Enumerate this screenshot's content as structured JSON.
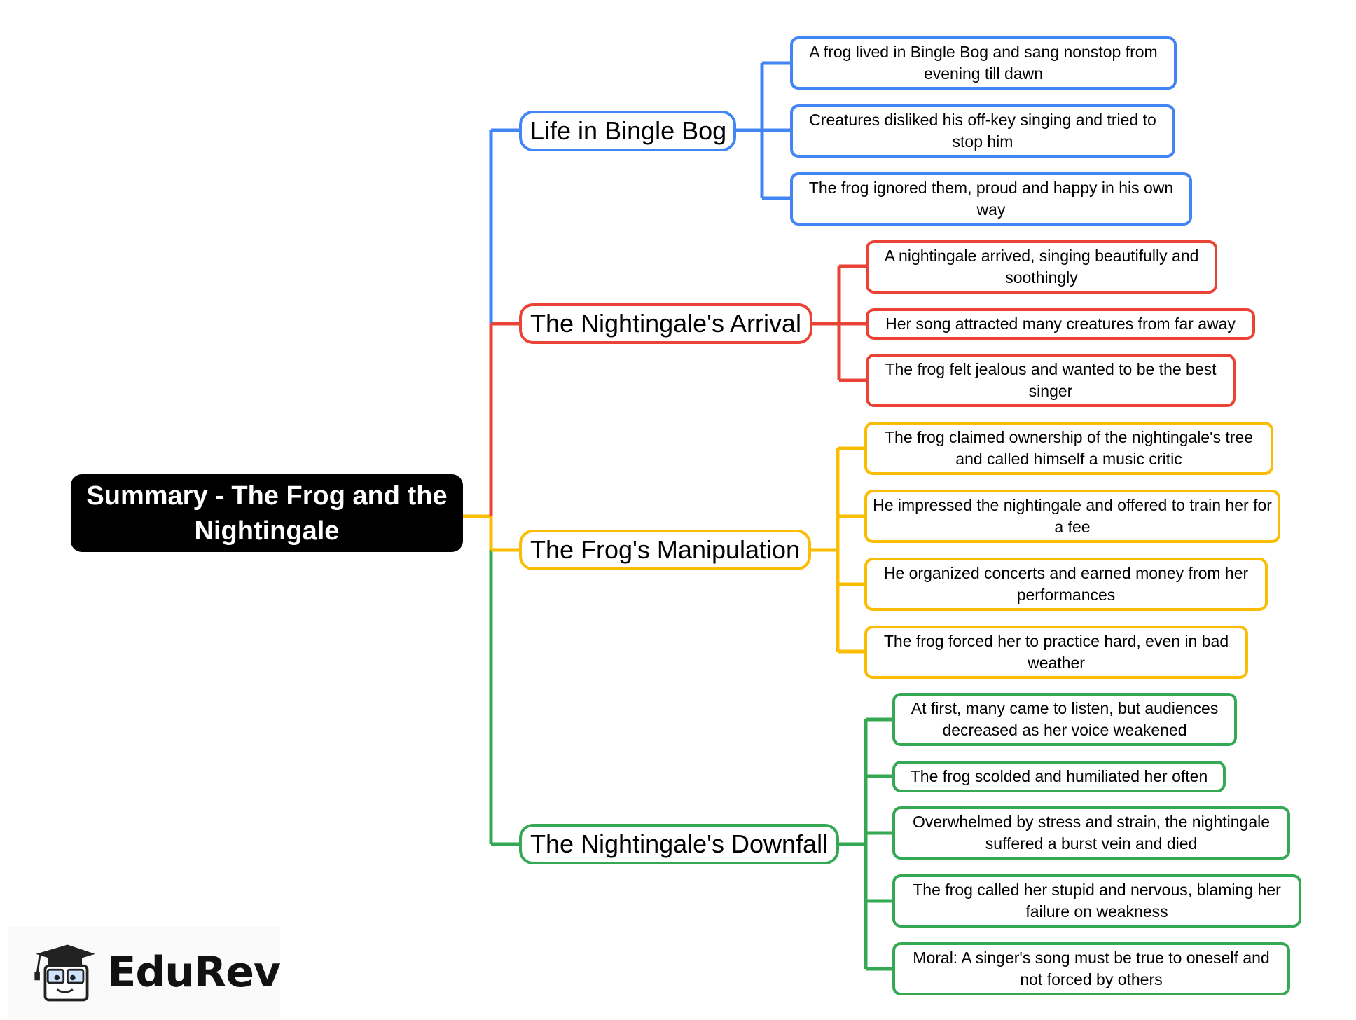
{
  "root": {
    "title": "Summary - The Frog and the Nightingale"
  },
  "branches": [
    {
      "label": "Life in Bingle Bog",
      "color": "#4285f4",
      "items": [
        "A frog lived in Bingle Bog and sang nonstop from evening till dawn",
        "Creatures disliked his off-key singing and tried to stop him",
        "The frog ignored them, proud and happy in his own way"
      ]
    },
    {
      "label": "The Nightingale's Arrival",
      "color": "#ea4335",
      "items": [
        "A nightingale arrived, singing beautifully and soothingly",
        "Her song attracted many creatures from far away",
        "The frog felt jealous and wanted to be the best singer"
      ]
    },
    {
      "label": "The Frog's Manipulation",
      "color": "#fbbc04",
      "items": [
        "The frog claimed ownership of the nightingale's tree and called himself a music critic",
        "He impressed the nightingale and offered to train her for a fee",
        "He organized concerts and earned money from her performances",
        "The frog forced her to practice hard, even in bad weather"
      ]
    },
    {
      "label": "The Nightingale's Downfall",
      "color": "#34a853",
      "items": [
        "At first, many came to listen, but audiences decreased as her voice weakened",
        "The frog scolded and humiliated her often",
        "Overwhelmed by stress and strain, the nightingale suffered a burst vein and died",
        "The frog called her stupid and nervous, blaming her failure on weakness",
        "Moral: A singer's song must be true to oneself and not forced by others"
      ]
    }
  ],
  "logo": {
    "text": "EduRev",
    "icon": "graduation-cap-mascot-icon"
  }
}
